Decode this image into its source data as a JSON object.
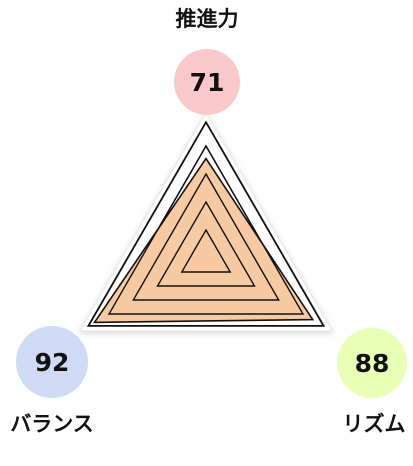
{
  "chart_data": {
    "type": "radar",
    "title": "",
    "axes": [
      "推進力",
      "リズム",
      "バランス"
    ],
    "values": [
      71,
      88,
      92
    ],
    "range": [
      0,
      100
    ],
    "grid": true,
    "series": [
      {
        "values": [
          71,
          88,
          92
        ]
      }
    ]
  },
  "colors": {
    "fill": "#f8caa1",
    "stroke": "#111111",
    "axis_1_circle": "#f9c8c8",
    "axis_2_circle": "#e8ffb6",
    "axis_3_circle": "#cfdaf5"
  }
}
